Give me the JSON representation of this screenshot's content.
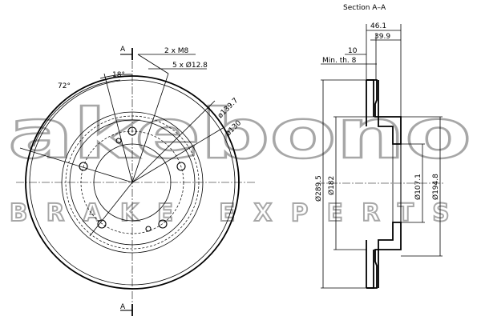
{
  "title": "Section A–A",
  "section_marker": "A",
  "watermark": {
    "brand": "akebono",
    "tagline": "BRAKE EXPERTS"
  },
  "front_view": {
    "angle_holes": "72°",
    "angle_thread": "18°",
    "thread_holes": "2 x M8",
    "bolt_holes": "5 x Ø12.8",
    "pcd_large": "ø139.7",
    "pcd_small": "ø130"
  },
  "section_view": {
    "width_total": "46.1",
    "width_hat": "39.9",
    "thickness": "10",
    "min_thickness": "Min. th. 8",
    "d_outer": "Ø289.5",
    "d_friction_inner": "Ø182",
    "d_center": "Ø107.1",
    "d_hat": "Ø194.8"
  },
  "colors": {
    "line": "#000000",
    "watermark": "#8a8a8a"
  }
}
